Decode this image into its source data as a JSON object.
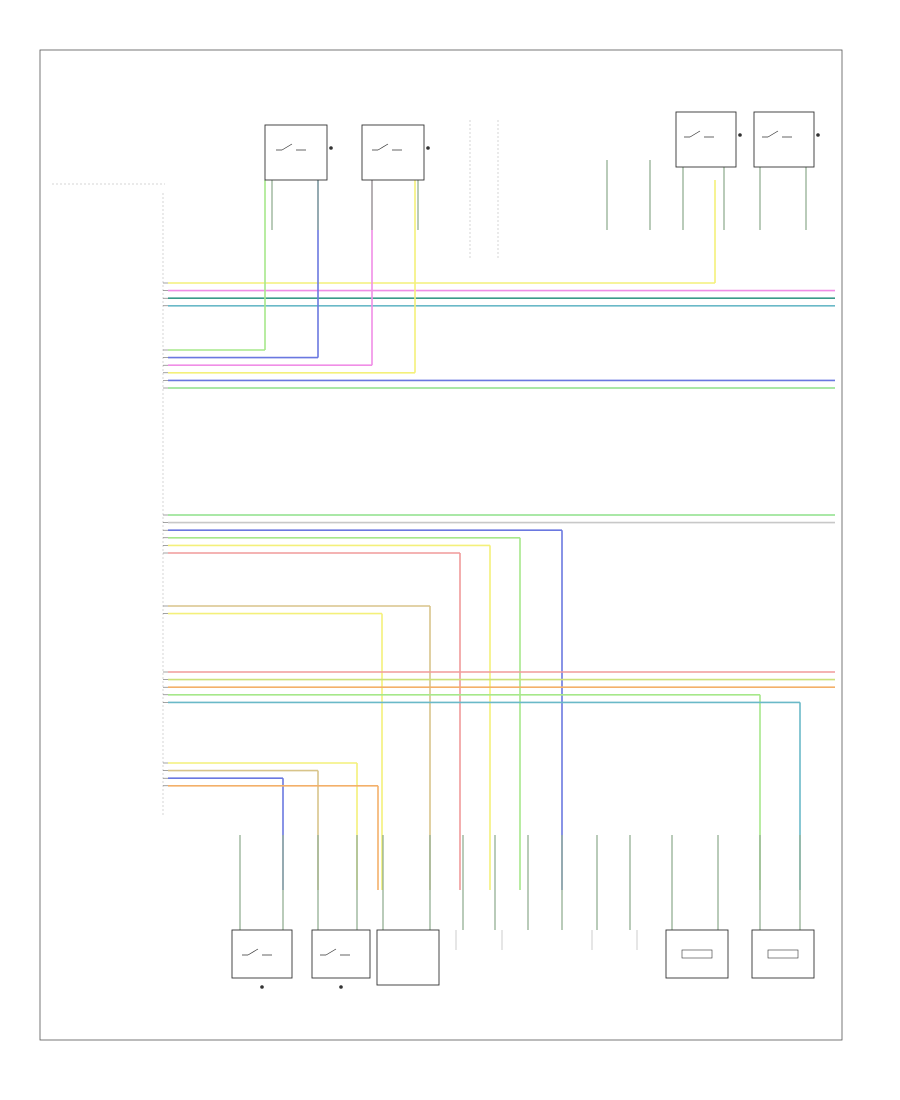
{
  "footer_code": "",
  "module": {
    "label_lines": [],
    "bottom_label": "",
    "pin_heading": ""
  },
  "wire_colors": {
    "yellow": "#f4f07a",
    "pink": "#f08ee6",
    "green_dark": "#3a9a8a",
    "teal": "#6ab9c8",
    "green_light": "#a6e88a",
    "blue": "#6a78e0",
    "green": "#8ee08a",
    "red": "#f09a9a",
    "orange": "#f3b06a",
    "tan": "#d8c48a",
    "gray": "#c8c8c8",
    "violet": "#a58ae8",
    "lime": "#cde07a",
    "purple": "#c66ad4"
  },
  "left_pin_groups": [
    {
      "pins": [
        {
          "color": "yellow"
        },
        {
          "color": "pink"
        },
        {
          "color": "green_dark"
        },
        {
          "color": "teal"
        }
      ]
    },
    {
      "pins": [
        {
          "color": "green_light"
        },
        {
          "color": "blue"
        },
        {
          "color": "pink"
        },
        {
          "color": "yellow"
        },
        {
          "color": "blue"
        },
        {
          "color": "green"
        }
      ]
    },
    {
      "pins": [
        {
          "color": "green"
        },
        {
          "color": "gray"
        },
        {
          "color": "blue"
        },
        {
          "color": "green_light"
        },
        {
          "color": "yellow"
        },
        {
          "color": "red"
        }
      ]
    },
    {
      "pins": [
        {
          "color": "tan"
        },
        {
          "color": "yellow"
        }
      ]
    },
    {
      "pins": [
        {
          "color": "red"
        },
        {
          "color": "lime"
        },
        {
          "color": "orange"
        },
        {
          "color": "green_light"
        },
        {
          "color": "teal"
        }
      ]
    },
    {
      "pins": [
        {
          "color": "yellow"
        },
        {
          "color": "tan"
        },
        {
          "color": "blue"
        },
        {
          "color": "orange"
        }
      ]
    }
  ],
  "top_components": [],
  "bottom_components": [],
  "right_labels": []
}
